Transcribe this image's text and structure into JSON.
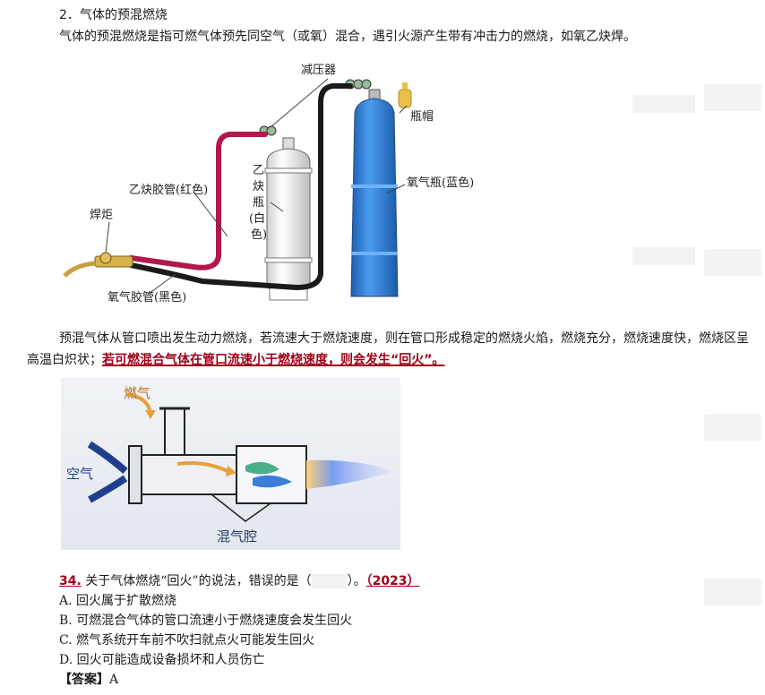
{
  "section": {
    "title": "2．气体的预混燃烧"
  },
  "para1": "气体的预混燃烧是指可燃气体预先同空气（或氧）混合，遇引火源产生带有冲击力的燃烧，如氧乙炔焊。",
  "figure1": {
    "labels": {
      "regulator": "减压器",
      "cap": "瓶帽",
      "acetylene_hose": "乙炔胶管(红色)",
      "torch": "焊炬",
      "oxygen_hose": "氧气胶管(黑色)",
      "acetylene_bottle": [
        "乙",
        "炔",
        "瓶",
        "(白",
        "色)"
      ],
      "oxygen_bottle": "氧气瓶(蓝色)"
    },
    "colors": {
      "red_hose": "#b2184a",
      "black_hose": "#1a1a1a",
      "blue_bottle": "#2f7fd8",
      "cap": "#e8c04a"
    }
  },
  "para2": {
    "normal": "预混气体从管口喷出发生动力燃烧，若流速大于燃烧速度，则在管口形成稳定的燃烧火焰，燃烧充分，燃烧速度快，燃烧区呈高温白炽状；",
    "highlight": "若可燃混合气体在管口流速小于燃烧速度，则会发生“回火”。"
  },
  "figure2": {
    "labels": {
      "gas": "燃气",
      "air": "空气",
      "chamber": "混气腔"
    },
    "colors": {
      "gas_arrow": "#e8a03c",
      "air_arrow": "#1f3f8c",
      "flame": "#4a6fd8"
    }
  },
  "question": {
    "number": "34.",
    "text_before": " 关于气体燃烧“回火”的说法，错误的是（",
    "text_after": "）。",
    "year": "（2023）",
    "options": [
      "A. 回火属于扩散燃烧",
      "B. 可燃混合气体的管口流速小于燃烧速度会发生回火",
      "C. 燃气系统开车前不吹扫就点火可能发生回火",
      "D. 回火可能造成设备损坏和人员伤亡"
    ],
    "answer_label": "【答案】",
    "answer_value": "A"
  }
}
